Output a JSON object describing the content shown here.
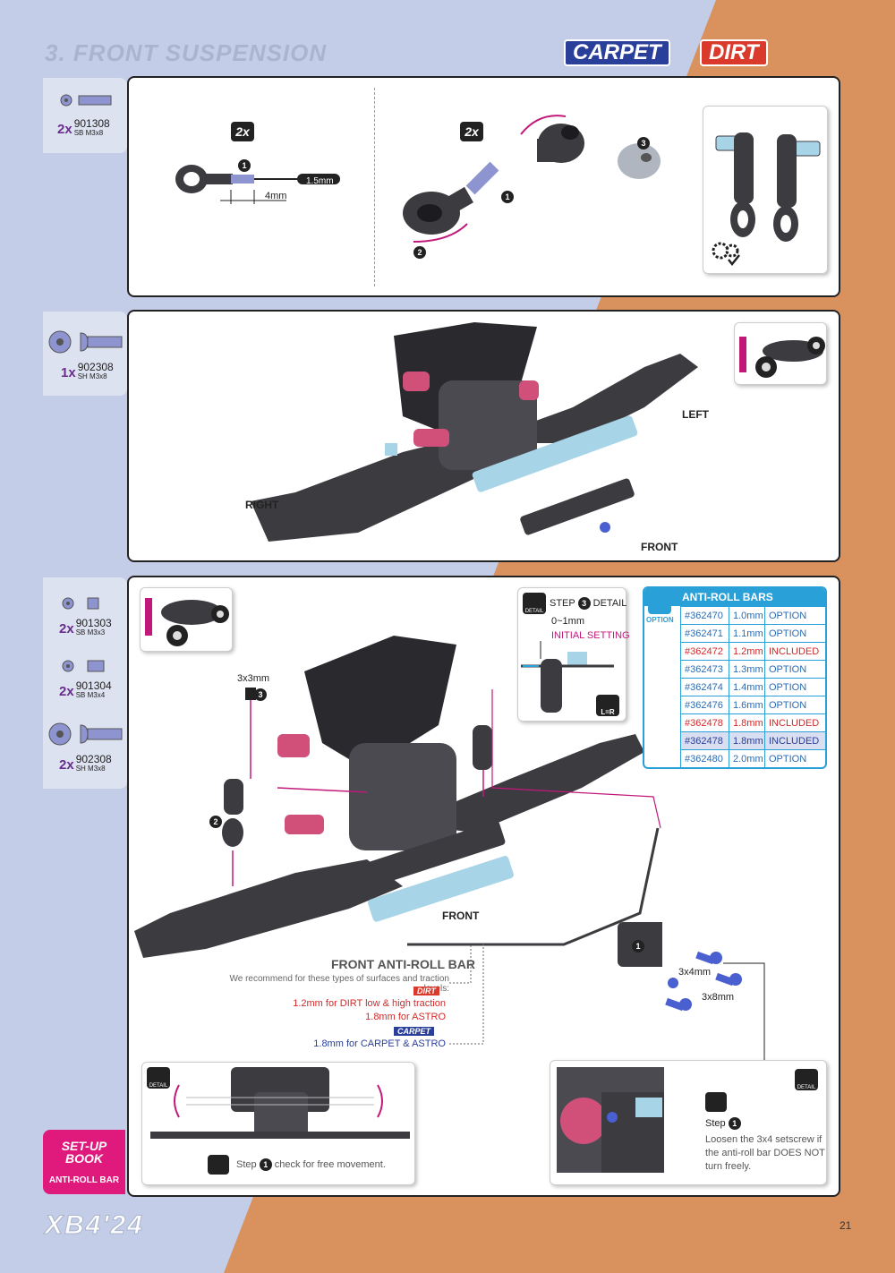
{
  "header": {
    "title": "3. FRONT SUSPENSION",
    "badge_carpet": "CARPET",
    "badge_dirt": "DIRT"
  },
  "step1": {
    "parts": [
      {
        "qty": "2x",
        "part_no": "901308",
        "desc": "SB M3x8"
      }
    ],
    "tag_left": "2x",
    "tag_right": "2x",
    "callout_1": "1",
    "callout_1b": "1",
    "callout_2": "2",
    "callout_3": "3",
    "tool_label": "1.5mm",
    "dim_label": "4mm"
  },
  "step2": {
    "parts": [
      {
        "qty": "1x",
        "part_no": "902308",
        "desc": "SH M3x8"
      }
    ],
    "label_left": "LEFT",
    "label_right": "RIGHT",
    "label_front": "FRONT"
  },
  "step3": {
    "parts": [
      {
        "qty": "2x",
        "part_no": "901303",
        "desc": "SB M3x3"
      },
      {
        "qty": "2x",
        "part_no": "901304",
        "desc": "SB M3x4"
      },
      {
        "qty": "2x",
        "part_no": "902308",
        "desc": "SH M3x8"
      }
    ],
    "detail": {
      "title": "STEP",
      "title_num": "3",
      "title_suffix": "DETAIL",
      "range": "0~1mm",
      "initial": "INITIAL SETTING",
      "lr": "L=R",
      "badge": "DETAIL"
    },
    "setscrew_label": "3x3mm",
    "setscrew_num": "3",
    "link_num": "2",
    "holder_num": "1",
    "label_front": "FRONT",
    "screw_3x4": "3x4mm",
    "screw_3x8": "3x8mm",
    "table": {
      "title": "ANTI-ROLL BARS",
      "option_label": "OPTION",
      "rows": [
        {
          "part": "#362470",
          "size": "1.0mm",
          "status": "OPTION",
          "style": ""
        },
        {
          "part": "#362471",
          "size": "1.1mm",
          "status": "OPTION",
          "style": ""
        },
        {
          "part": "#362472",
          "size": "1.2mm",
          "status": "INCLUDED",
          "style": "red"
        },
        {
          "part": "#362473",
          "size": "1.3mm",
          "status": "OPTION",
          "style": ""
        },
        {
          "part": "#362474",
          "size": "1.4mm",
          "status": "OPTION",
          "style": ""
        },
        {
          "part": "#362476",
          "size": "1.6mm",
          "status": "OPTION",
          "style": ""
        },
        {
          "part": "#362478",
          "size": "1.8mm",
          "status": "INCLUDED",
          "style": "red"
        },
        {
          "part": "#362478",
          "size": "1.8mm",
          "status": "INCLUDED",
          "style": "blue"
        },
        {
          "part": "#362480",
          "size": "2.0mm",
          "status": "OPTION",
          "style": ""
        }
      ]
    },
    "recommend": {
      "title": "FRONT ANTI-ROLL BAR",
      "subtitle": "We recommend for these types of surfaces and traction levels:",
      "dirt_badge": "DIRT",
      "dirt_line1": "1.2mm for DIRT low & high traction",
      "dirt_line2": "1.8mm for ASTRO",
      "carpet_badge": "CARPET",
      "carpet_line1": "1.8mm for CARPET & ASTRO"
    },
    "detail_left": {
      "badge": "DETAIL",
      "step_text": "Step",
      "step_num": "1",
      "step_desc": "check for free movement."
    },
    "detail_right": {
      "badge": "DETAIL",
      "step_text": "Step",
      "step_num": "1",
      "line1": "Loosen the 3x4 setscrew if",
      "line2": "the anti-roll bar DOES NOT",
      "line3": "turn freely."
    }
  },
  "setup_book": {
    "title": "SET-UP BOOK",
    "subtitle": "ANTI-ROLL BAR"
  },
  "footer": {
    "logo": "XB4'24",
    "page": "21"
  },
  "colors": {
    "bg_blue": "#c3cde8",
    "bg_orange": "#d9925e",
    "accent_magenta": "#c2187a",
    "table_blue": "#2aa0d8",
    "carbon": "#3c3c40",
    "aluminium_blue": "#a8d4e8"
  }
}
